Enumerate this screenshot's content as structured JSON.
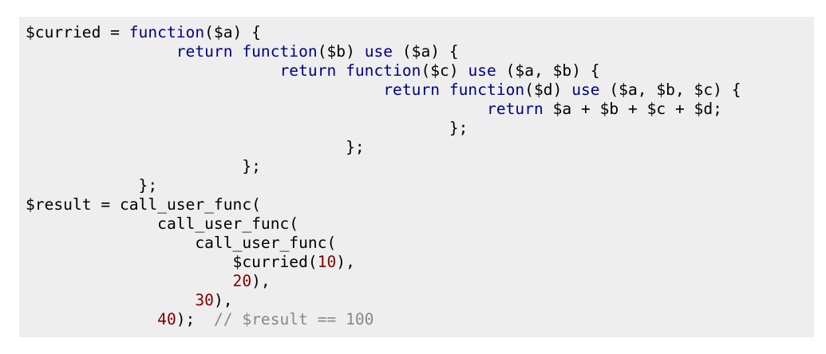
{
  "lines": [
    [
      {
        "t": "plain",
        "v": "$curried = "
      },
      {
        "t": "kw",
        "v": "function"
      },
      {
        "t": "plain",
        "v": "($a) {"
      }
    ],
    [
      {
        "t": "plain",
        "v": "                "
      },
      {
        "t": "kw",
        "v": "return"
      },
      {
        "t": "plain",
        "v": " "
      },
      {
        "t": "kw",
        "v": "function"
      },
      {
        "t": "plain",
        "v": "($b) "
      },
      {
        "t": "kw",
        "v": "use"
      },
      {
        "t": "plain",
        "v": " ($a) {"
      }
    ],
    [
      {
        "t": "plain",
        "v": "                           "
      },
      {
        "t": "kw",
        "v": "return"
      },
      {
        "t": "plain",
        "v": " "
      },
      {
        "t": "kw",
        "v": "function"
      },
      {
        "t": "plain",
        "v": "($c) "
      },
      {
        "t": "kw",
        "v": "use"
      },
      {
        "t": "plain",
        "v": " ($a, $b) {"
      }
    ],
    [
      {
        "t": "plain",
        "v": "                                      "
      },
      {
        "t": "kw",
        "v": "return"
      },
      {
        "t": "plain",
        "v": " "
      },
      {
        "t": "kw",
        "v": "function"
      },
      {
        "t": "plain",
        "v": "($d) "
      },
      {
        "t": "kw",
        "v": "use"
      },
      {
        "t": "plain",
        "v": " ($a, $b, $c) {"
      }
    ],
    [
      {
        "t": "plain",
        "v": "                                                 "
      },
      {
        "t": "kw",
        "v": "return"
      },
      {
        "t": "plain",
        "v": " $a + $b + $c + $d;"
      }
    ],
    [
      {
        "t": "plain",
        "v": "                                             };"
      }
    ],
    [
      {
        "t": "plain",
        "v": "                                  };"
      }
    ],
    [
      {
        "t": "plain",
        "v": "                       };"
      }
    ],
    [
      {
        "t": "plain",
        "v": "            };"
      }
    ],
    [
      {
        "t": "plain",
        "v": "$result = call_user_func("
      }
    ],
    [
      {
        "t": "plain",
        "v": "              call_user_func("
      }
    ],
    [
      {
        "t": "plain",
        "v": "                  call_user_func("
      }
    ],
    [
      {
        "t": "plain",
        "v": "                      $curried("
      },
      {
        "t": "num",
        "v": "10"
      },
      {
        "t": "plain",
        "v": "),"
      }
    ],
    [
      {
        "t": "plain",
        "v": "                      "
      },
      {
        "t": "num",
        "v": "20"
      },
      {
        "t": "plain",
        "v": "),"
      }
    ],
    [
      {
        "t": "plain",
        "v": "                  "
      },
      {
        "t": "num",
        "v": "30"
      },
      {
        "t": "plain",
        "v": "),"
      }
    ],
    [
      {
        "t": "plain",
        "v": "              "
      },
      {
        "t": "num",
        "v": "40"
      },
      {
        "t": "plain",
        "v": ");  "
      },
      {
        "t": "cmt",
        "v": "// $result == 100"
      }
    ]
  ]
}
